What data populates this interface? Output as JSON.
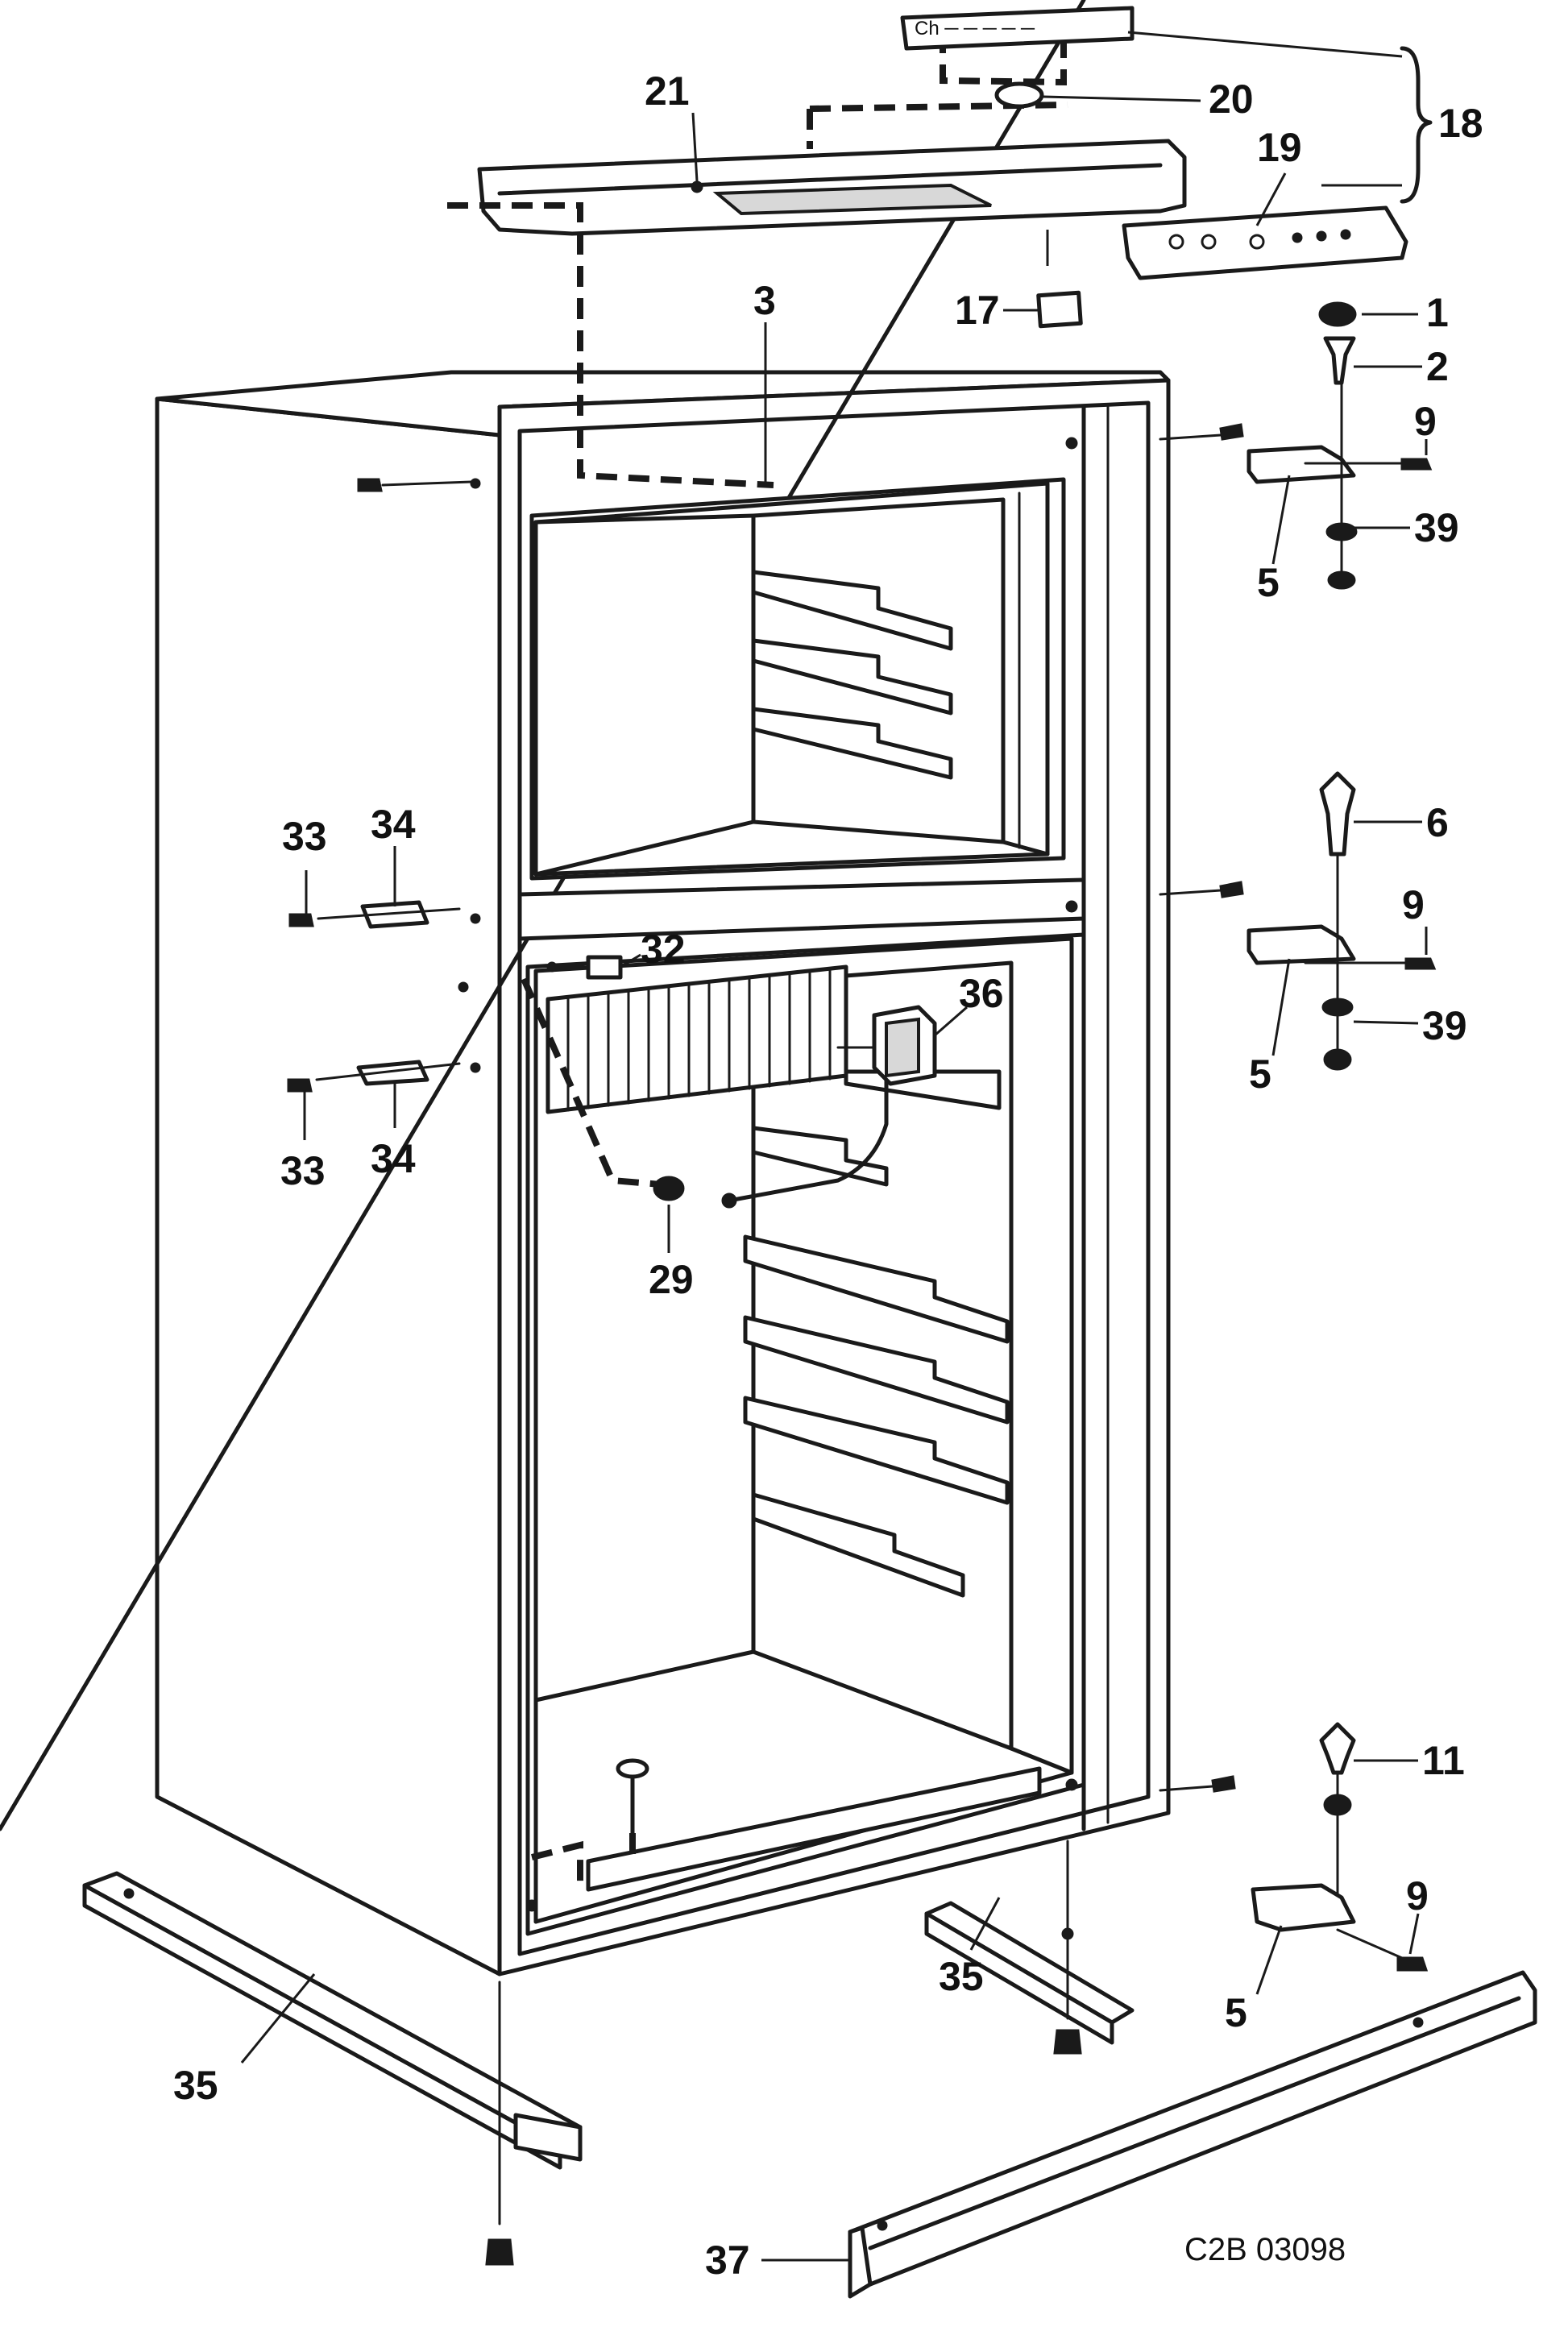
{
  "drawing_code": "C2B 03098",
  "callouts": {
    "p1": "1",
    "p2": "2",
    "p3": "3",
    "p5a": "5",
    "p5b": "5",
    "p5c": "5",
    "p6": "6",
    "p9a": "9",
    "p9b": "9",
    "p9c": "9",
    "p11": "11",
    "p17": "17",
    "p18": "18",
    "p19": "19",
    "p20": "20",
    "p21": "21",
    "p29": "29",
    "p32": "32",
    "p33a": "33",
    "p33b": "33",
    "p34a": "34",
    "p34b": "34",
    "p35a": "35",
    "p35b": "35",
    "p36": "36",
    "p37": "37",
    "p39a": "39",
    "p39b": "39"
  }
}
